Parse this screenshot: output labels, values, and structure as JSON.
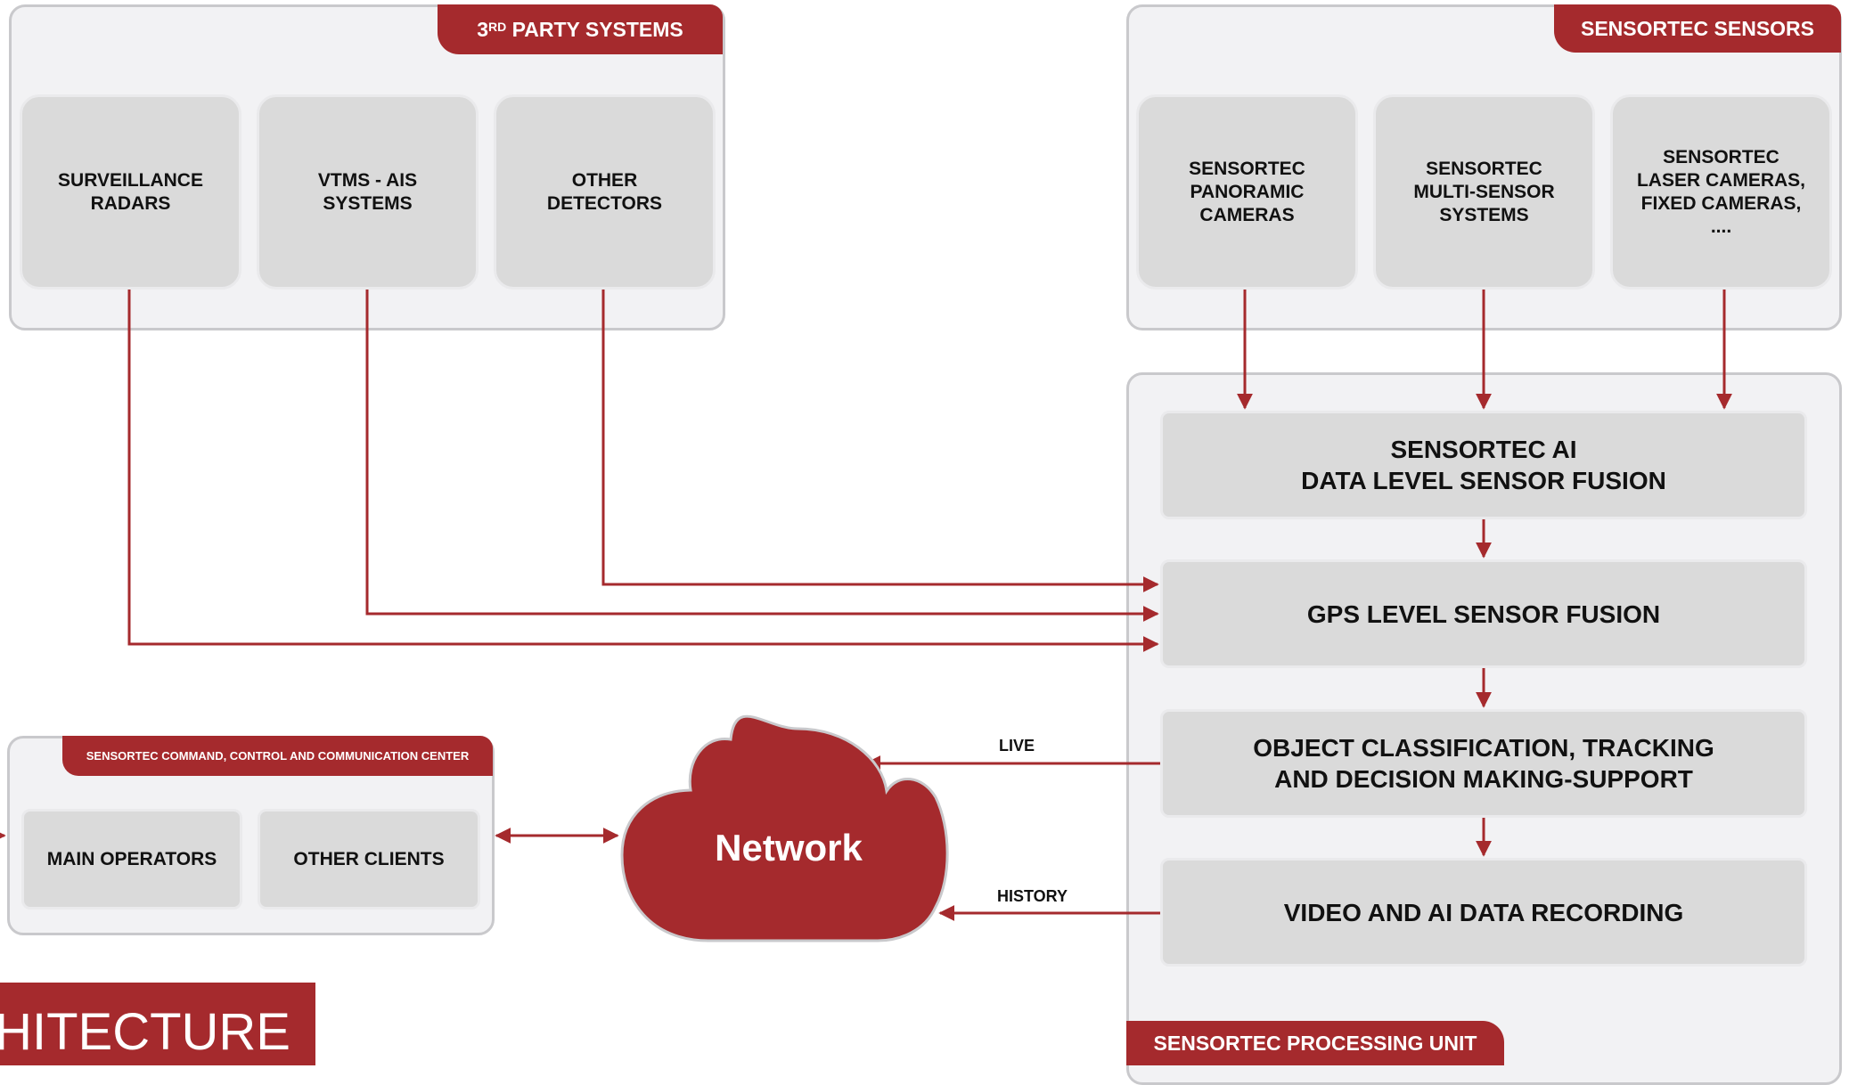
{
  "third_party": {
    "tab_main": "3",
    "tab_sup": "RD",
    "tab_rest": " PARTY SYSTEMS",
    "items": [
      {
        "label": "SURVEILLANCE\nRADARS"
      },
      {
        "label": "VTMS - AIS\nSYSTEMS"
      },
      {
        "label": "OTHER\nDETECTORS"
      }
    ]
  },
  "sensortec_sensors": {
    "tab": "SENSORTEC SENSORS",
    "items": [
      {
        "label": "SENSORTEC\nPANORAMIC\nCAMERAS"
      },
      {
        "label": "SENSORTEC\nMULTI-SENSOR\nSYSTEMS"
      },
      {
        "label": "SENSORTEC\nLASER CAMERAS,\nFIXED CAMERAS,\n...."
      }
    ]
  },
  "processing_unit": {
    "tab": "SENSORTEC PROCESSING UNIT",
    "stages": [
      {
        "label": "SENSORTEC AI\nDATA LEVEL SENSOR FUSION"
      },
      {
        "label": "GPS LEVEL SENSOR FUSION"
      },
      {
        "label": "OBJECT CLASSIFICATION, TRACKING\nAND DECISION MAKING-SUPPORT"
      },
      {
        "label": "VIDEO AND AI DATA RECORDING"
      }
    ]
  },
  "command_center": {
    "tab": "SENSORTEC COMMAND, CONTROL AND COMMUNICATION CENTER",
    "items": [
      {
        "label": "MAIN OPERATORS"
      },
      {
        "label": "OTHER CLIENTS"
      }
    ]
  },
  "network": {
    "label": "Network"
  },
  "flows": {
    "live": "LIVE",
    "history": "HISTORY"
  },
  "footer": {
    "title": "CHITECTURE"
  },
  "colors": {
    "accent": "#a52a2d",
    "panel": "#f2f2f4",
    "card": "#dadada"
  }
}
